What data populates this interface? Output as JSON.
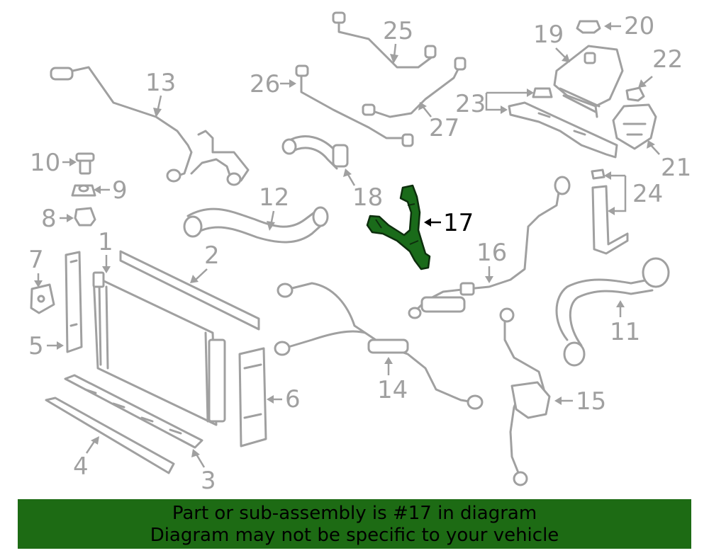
{
  "callouts": {
    "c1": "1",
    "c2": "2",
    "c3": "3",
    "c4": "4",
    "c5": "5",
    "c6": "6",
    "c7": "7",
    "c8": "8",
    "c9": "9",
    "c10": "10",
    "c11": "11",
    "c12": "12",
    "c13": "13",
    "c14": "14",
    "c15": "15",
    "c16": "16",
    "c17": "17",
    "c18": "18",
    "c19": "19",
    "c20": "20",
    "c21": "21",
    "c22": "22",
    "c23": "23",
    "c24": "24",
    "c25": "25",
    "c26": "26",
    "c27": "27"
  },
  "highlight": {
    "part": "17",
    "color": "#1a6b1a"
  },
  "banner": {
    "line1": "Part or sub-assembly is #17 in diagram",
    "line2": "Diagram may not be specific to your vehicle",
    "background": "#1d6b14"
  }
}
